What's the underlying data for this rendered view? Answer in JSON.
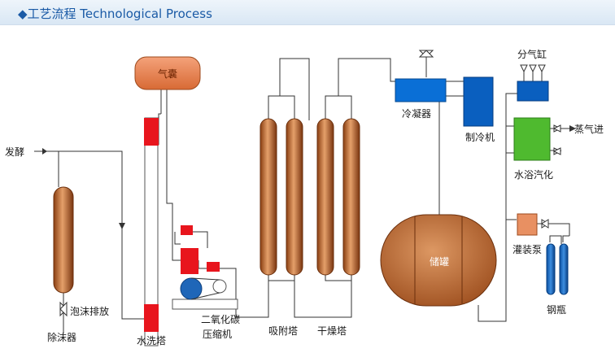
{
  "header": {
    "title": "◆工艺流程 Technological Process"
  },
  "labels": {
    "fermentation": "发酵",
    "foam_discharge": "泡沫排放",
    "defoamer": "除沫器",
    "water_wash_tower": "水洗塔",
    "gas_bag": "气囊",
    "co2_compressor_line1": "二氧化碳",
    "co2_compressor_line2": "压缩机",
    "adsorption_tower": "吸附塔",
    "drying_tower": "干燥塔",
    "condenser": "冷凝器",
    "refrigerator": "制冷机",
    "storage_tank": "储罐",
    "gas_distributor": "分气缸",
    "steam_inlet": "蒸气进",
    "water_bath_vaporizer": "水浴汽化",
    "filling_pump": "灌装泵",
    "steel_cylinder": "钢瓶"
  },
  "colors": {
    "header_text": "#1a5aa6",
    "vessel_copper": "#b8652a",
    "gas_bag": "#e8824f",
    "red_block": "#e8151d",
    "blue_block": "#0a5fbf",
    "green_block": "#4fba2f",
    "line": "#333333"
  }
}
